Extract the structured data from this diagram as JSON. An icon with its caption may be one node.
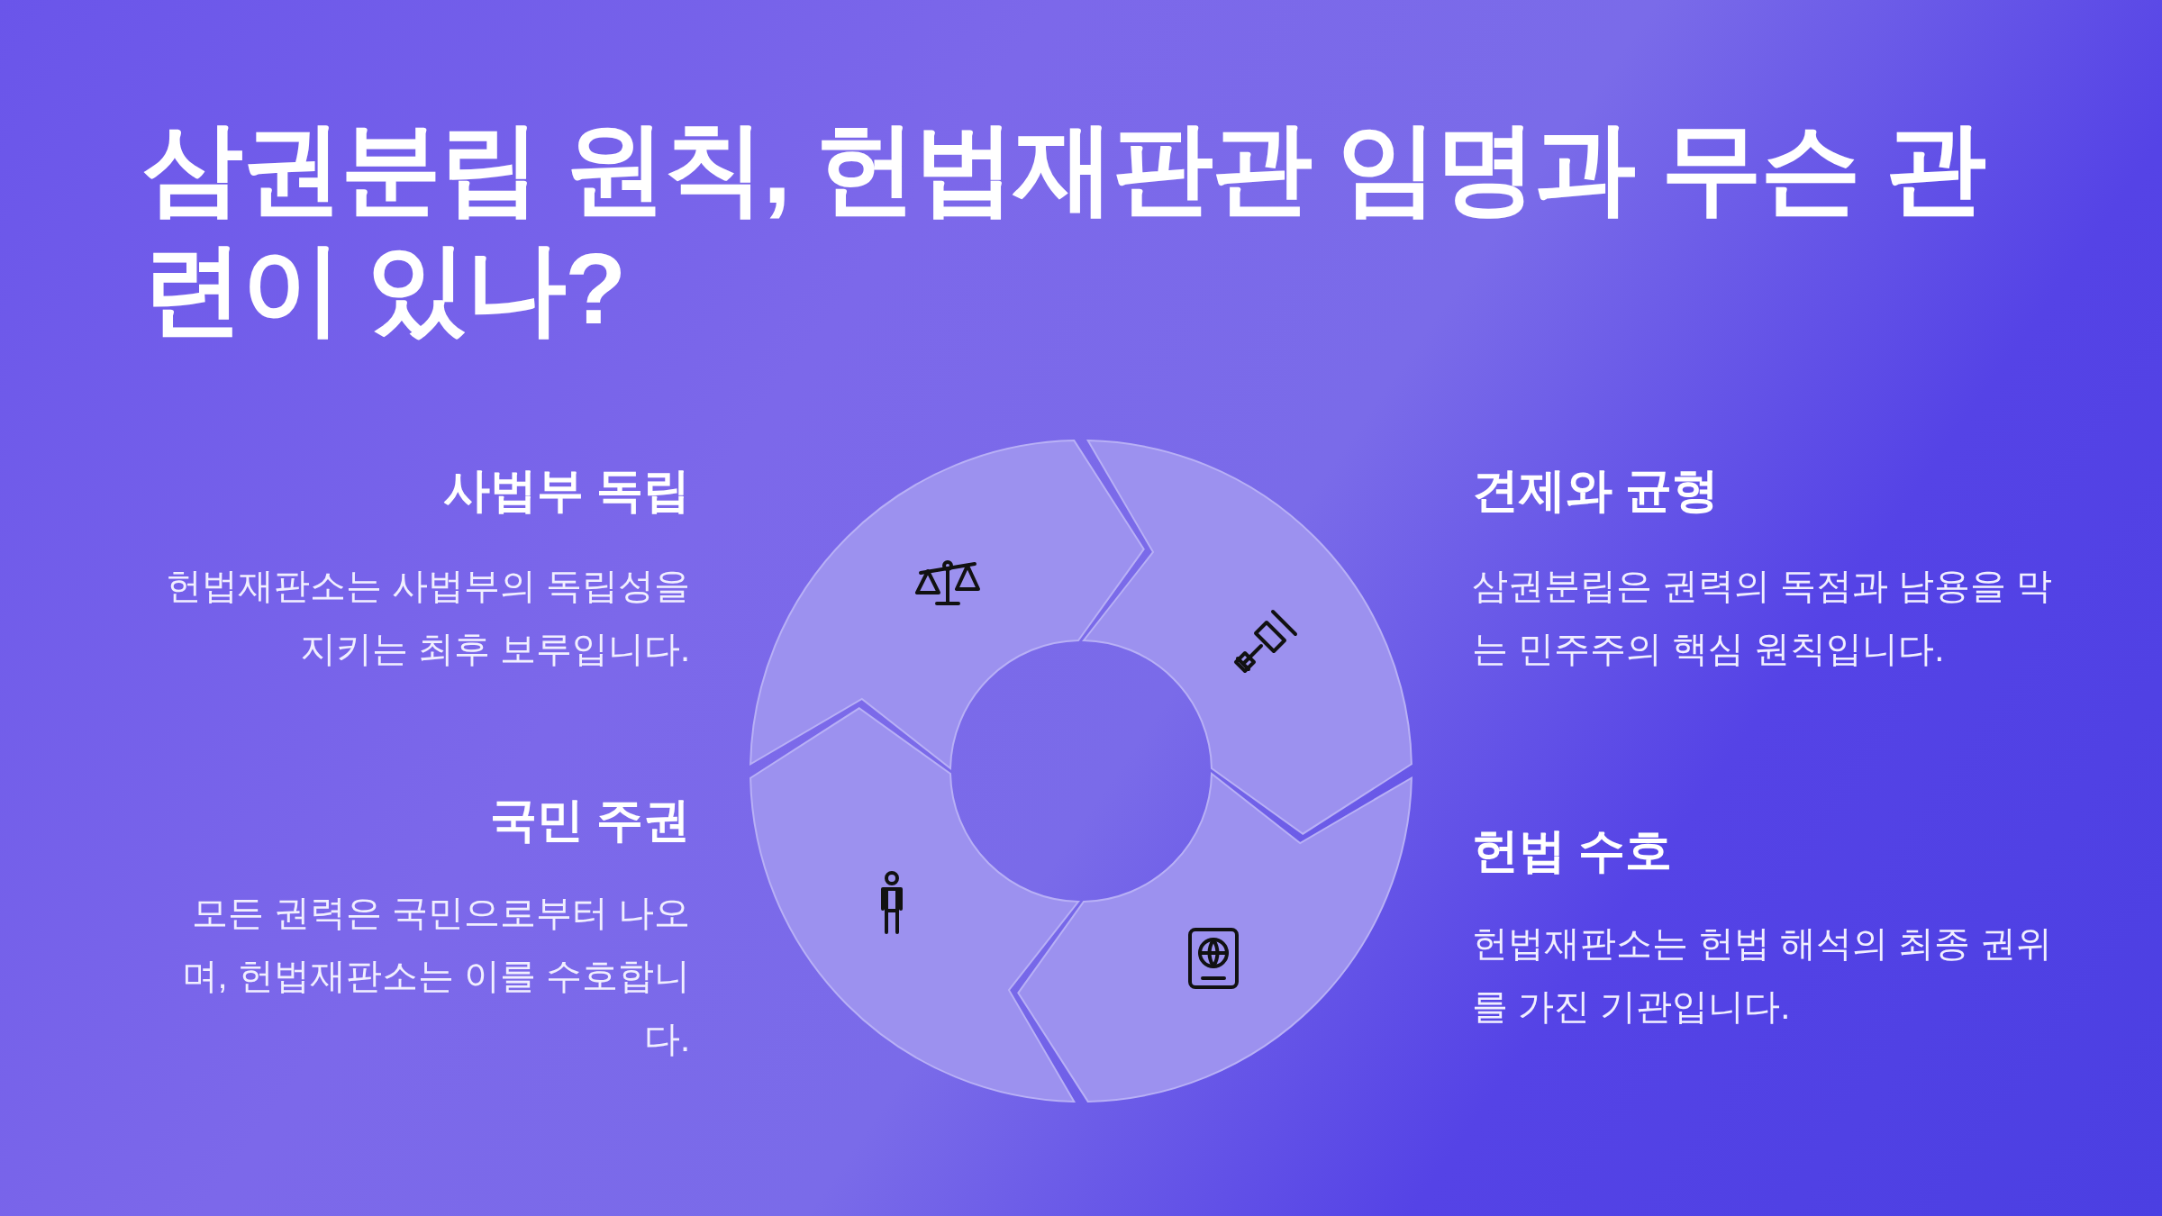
{
  "diagram": {
    "title": "삼권분립 원칙, 헌법재판관 임명과 무슨 관련이 있나?",
    "labels": [
      "사법부 독립",
      "헌법재판소는 사법부의 독립성을 지키는 최후 보루입니다.",
      "견제와 균형",
      "삼권분립은 권력의 독점과 남용을 막는 민주주의 핵심 원칙입니다.",
      "국민 주권",
      "모든 권력은 국민으로부터 나오며, 헌법재판소는 이를 수호합니다.",
      "헌법 수호",
      "헌법재판소는 헌법 해석의 최종 권위를 가진 기관입니다."
    ]
  }
}
